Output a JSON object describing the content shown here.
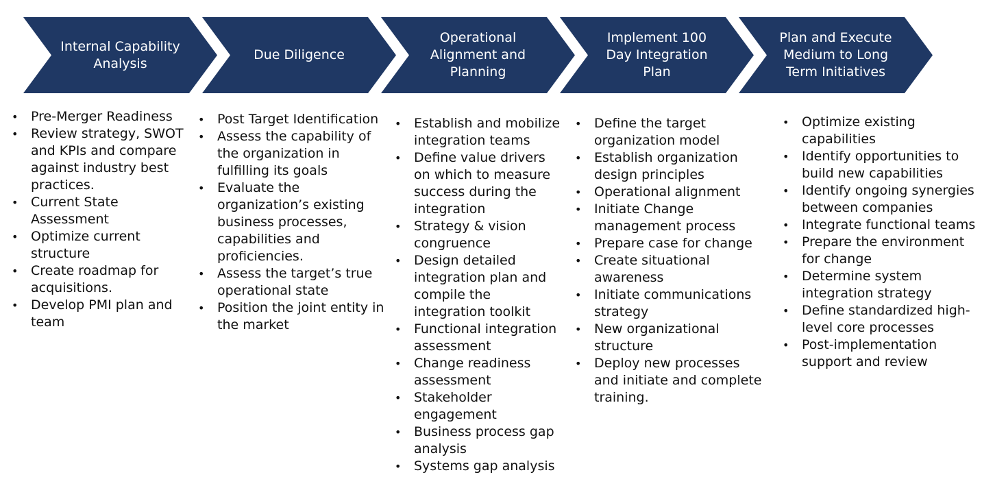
{
  "phases": [
    {
      "title": "Internal Capability Analysis",
      "items": [
        "Pre-Merger Readiness",
        "Review strategy, SWOT and KPIs and compare against industry best practices.",
        "Current State Assessment",
        "Optimize current structure",
        "Create roadmap for acquisitions.",
        "Develop PMI plan and team"
      ]
    },
    {
      "title": "Due Diligence",
      "items": [
        "Post Target Identification",
        "Assess the capability of the organization in fulfilling its goals",
        "Evaluate the organization’s existing business processes, capabilities and proficiencies.",
        "Assess the target’s true operational state",
        "Position the joint entity in the market"
      ]
    },
    {
      "title": "Operational Alignment and Planning",
      "items": [
        "Establish and mobilize integration teams",
        "Define value drivers on which to measure success during the integration",
        "Strategy & vision congruence",
        "Design detailed integration plan and compile the integration toolkit",
        "Functional integration assessment",
        "Change readiness assessment",
        "Stakeholder engagement",
        "Business process gap analysis",
        "Systems gap analysis"
      ]
    },
    {
      "title": "Implement 100 Day Integration Plan",
      "items": [
        "Define the target organization model",
        "Establish organization design principles",
        "Operational alignment",
        "Initiate Change management process",
        "Prepare case for change",
        "Create situational awareness",
        "Initiate communications strategy",
        "New organizational structure",
        "Deploy new processes and initiate and complete training."
      ]
    },
    {
      "title": "Plan and Execute Medium to Long Term Initiatives",
      "items": [
        "Optimize existing capabilities",
        "Identify opportunities to build new capabilities",
        "Identify ongoing synergies between companies",
        "Integrate functional teams",
        "Prepare the environment for change",
        "Determine system integration strategy",
        "Define standardized high-level core processes",
        "Post-implementation support and review"
      ]
    }
  ]
}
